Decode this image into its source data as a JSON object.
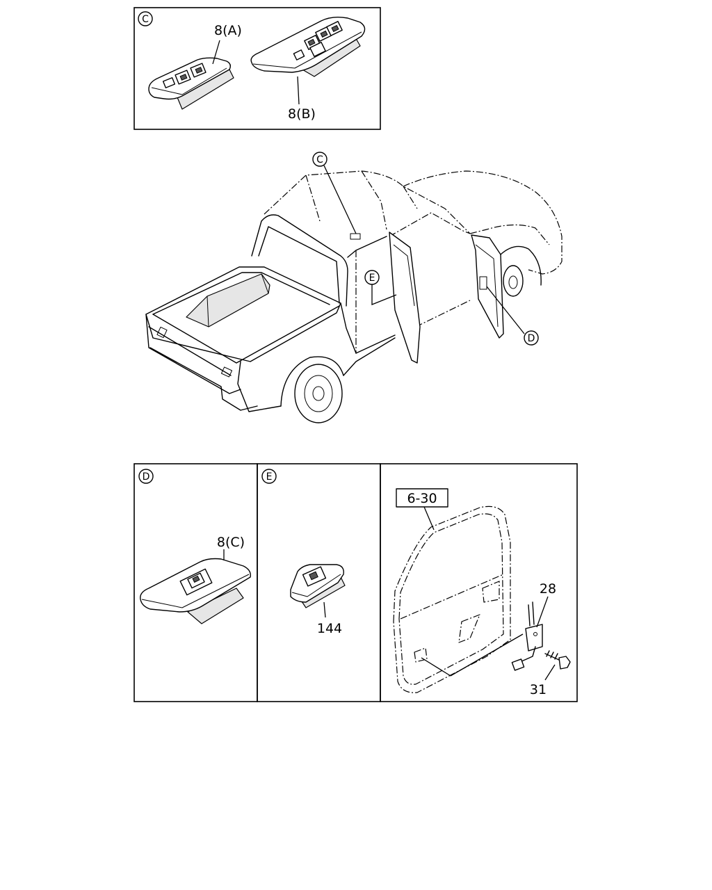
{
  "diagram": {
    "view_markers": {
      "c": "C",
      "d": "D",
      "e": "E"
    },
    "callouts": {
      "part_8a": "8(A)",
      "part_8b": "8(B)",
      "part_8c": "8(C)",
      "part_144": "144",
      "ref_6_30": "6-30",
      "part_28": "28",
      "part_31": "31"
    }
  }
}
